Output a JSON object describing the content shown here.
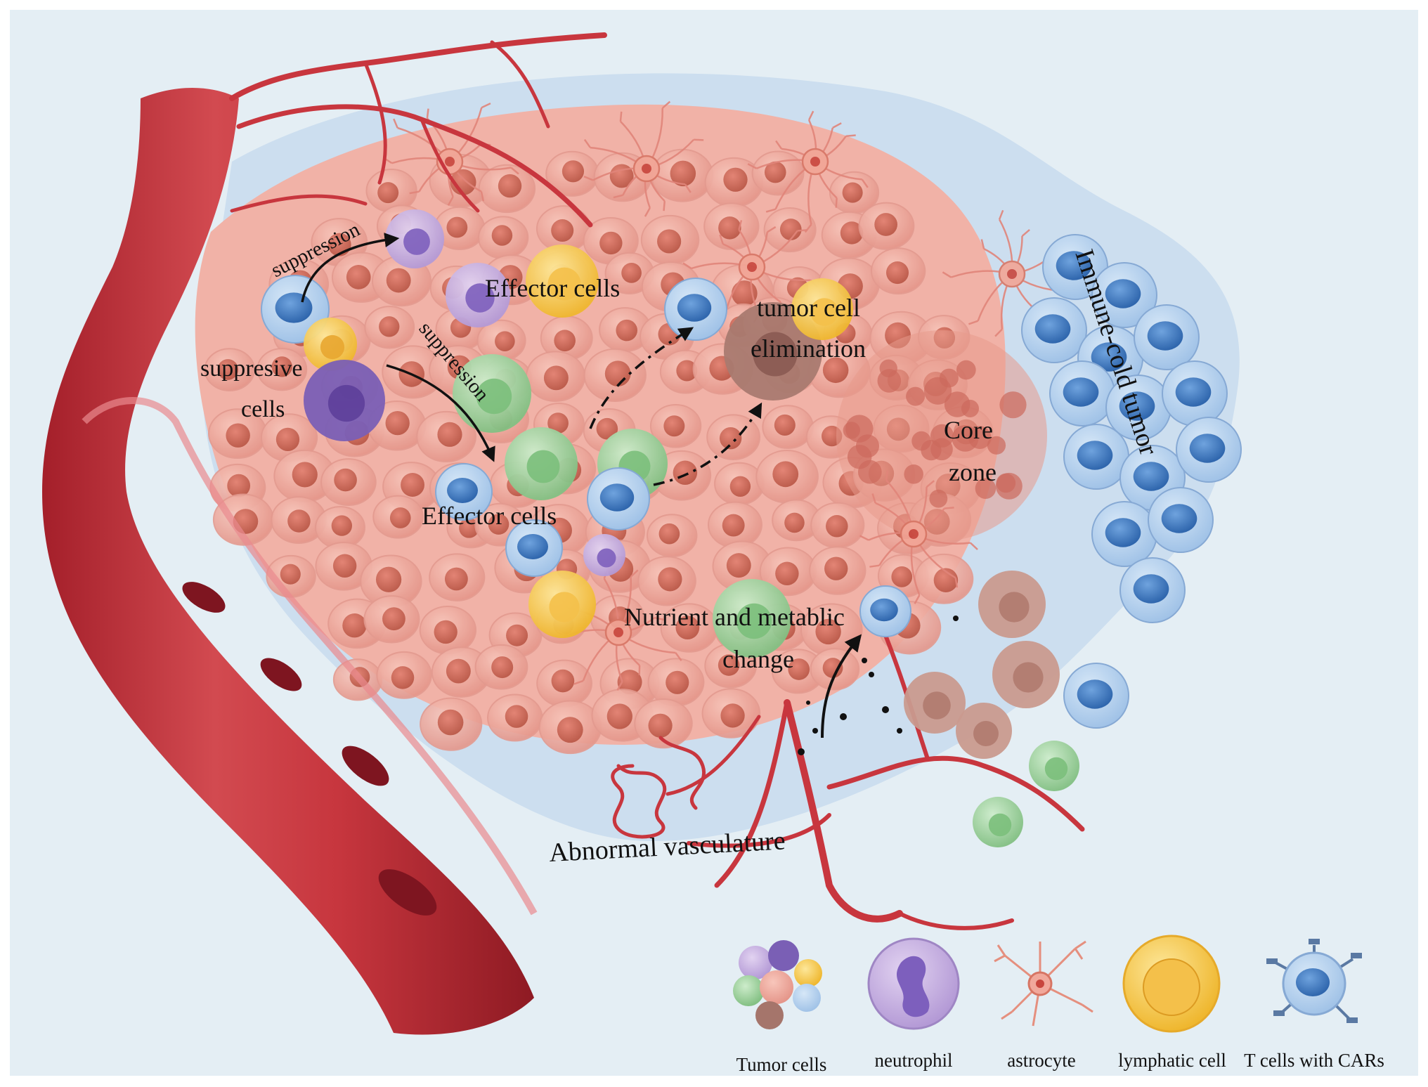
{
  "labels": {
    "suppression_top": "suppression",
    "suppression_mid": "suppression",
    "suppressive_1": "suppresive",
    "suppressive_2": "cells",
    "effector_top": "Effector cells",
    "effector_mid": "Effector cells",
    "tumor_elim_1": "tumor cell",
    "tumor_elim_2": "elimination",
    "core_1": "Core",
    "core_2": "zone",
    "immune_cold": "Immune-cold tumor",
    "nutrient_1": "Nutrient and metablic",
    "nutrient_2": "change",
    "abnormal_vasc": "Abnormal vasculature"
  },
  "legend": [
    {
      "label": "Tumor cells",
      "icon": "tumor-cells-icon"
    },
    {
      "label": "neutrophil",
      "icon": "neutrophil-icon"
    },
    {
      "label": "astrocyte",
      "icon": "astrocyte-icon"
    },
    {
      "label": "lymphatic cell",
      "icon": "lymphatic-cell-icon"
    },
    {
      "label": "T cells with CARs",
      "icon": "car-t-cell-icon"
    }
  ],
  "colors": {
    "background": "#e3edf3",
    "tumor_mass": "#f3b3a8",
    "vessel": "#c8363e",
    "vessel_dark": "#9e1f28",
    "cold_zone": "#c9dcee",
    "t_cell": "#5b8fcf",
    "lymphatic": "#f3c649",
    "neutrophil": "#b99ad6",
    "effector_green": "#8fcf8f",
    "astrocyte": "#e58f7e"
  }
}
